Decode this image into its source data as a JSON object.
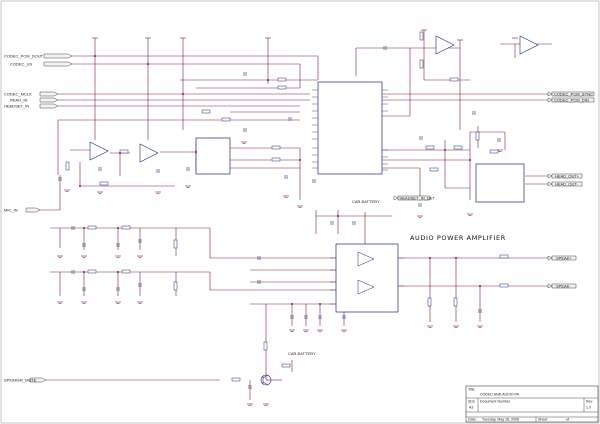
{
  "colors": {
    "wire": "#8b1a3a",
    "part": "#1f2a7a",
    "text": "#1a1a1a",
    "port_fill": "#f4f4f4"
  },
  "section_heading": "AUDIO POWER AMPLIFIER",
  "ports": {
    "codec_pcm_dout": "CODEC_PCM_DOUT",
    "codec_us": "CODEC_US",
    "codec_mclk": "CODEC_MCLK",
    "read_in": "READ_IN",
    "headset_in": "HEADSET_IN",
    "mic_in": "MIC_IN",
    "codec_pcm_sync": "CODEC_PCM_SYNC",
    "codec_pcm_din": "CODEC_PCM_DIN",
    "headset_in_det": "HEADSET_IN_DET",
    "head_out_p": "HEAD_OUT+",
    "head_out_m": "HEAD_OUT-",
    "speaker_p": "SPEAK+",
    "speaker_m": "SPEAK-",
    "speaker_mute": "SPEAKER_MUTE"
  },
  "net_labels": {
    "car_battery_top": "CAR BATTERY",
    "car_battery_bottom": "CAR BATTERY"
  },
  "title_block": {
    "title_label": "Title",
    "title": "CODEC AND AUDIO PA",
    "size_label": "Size",
    "size": "A3",
    "docnum_label": "Document Number",
    "date_label": "Date:",
    "date": "Tuesday, May 16, 2006",
    "sheet_label": "Sheet",
    "sheet_of": "of",
    "rev_label": "Rev",
    "rev": "1.0"
  }
}
